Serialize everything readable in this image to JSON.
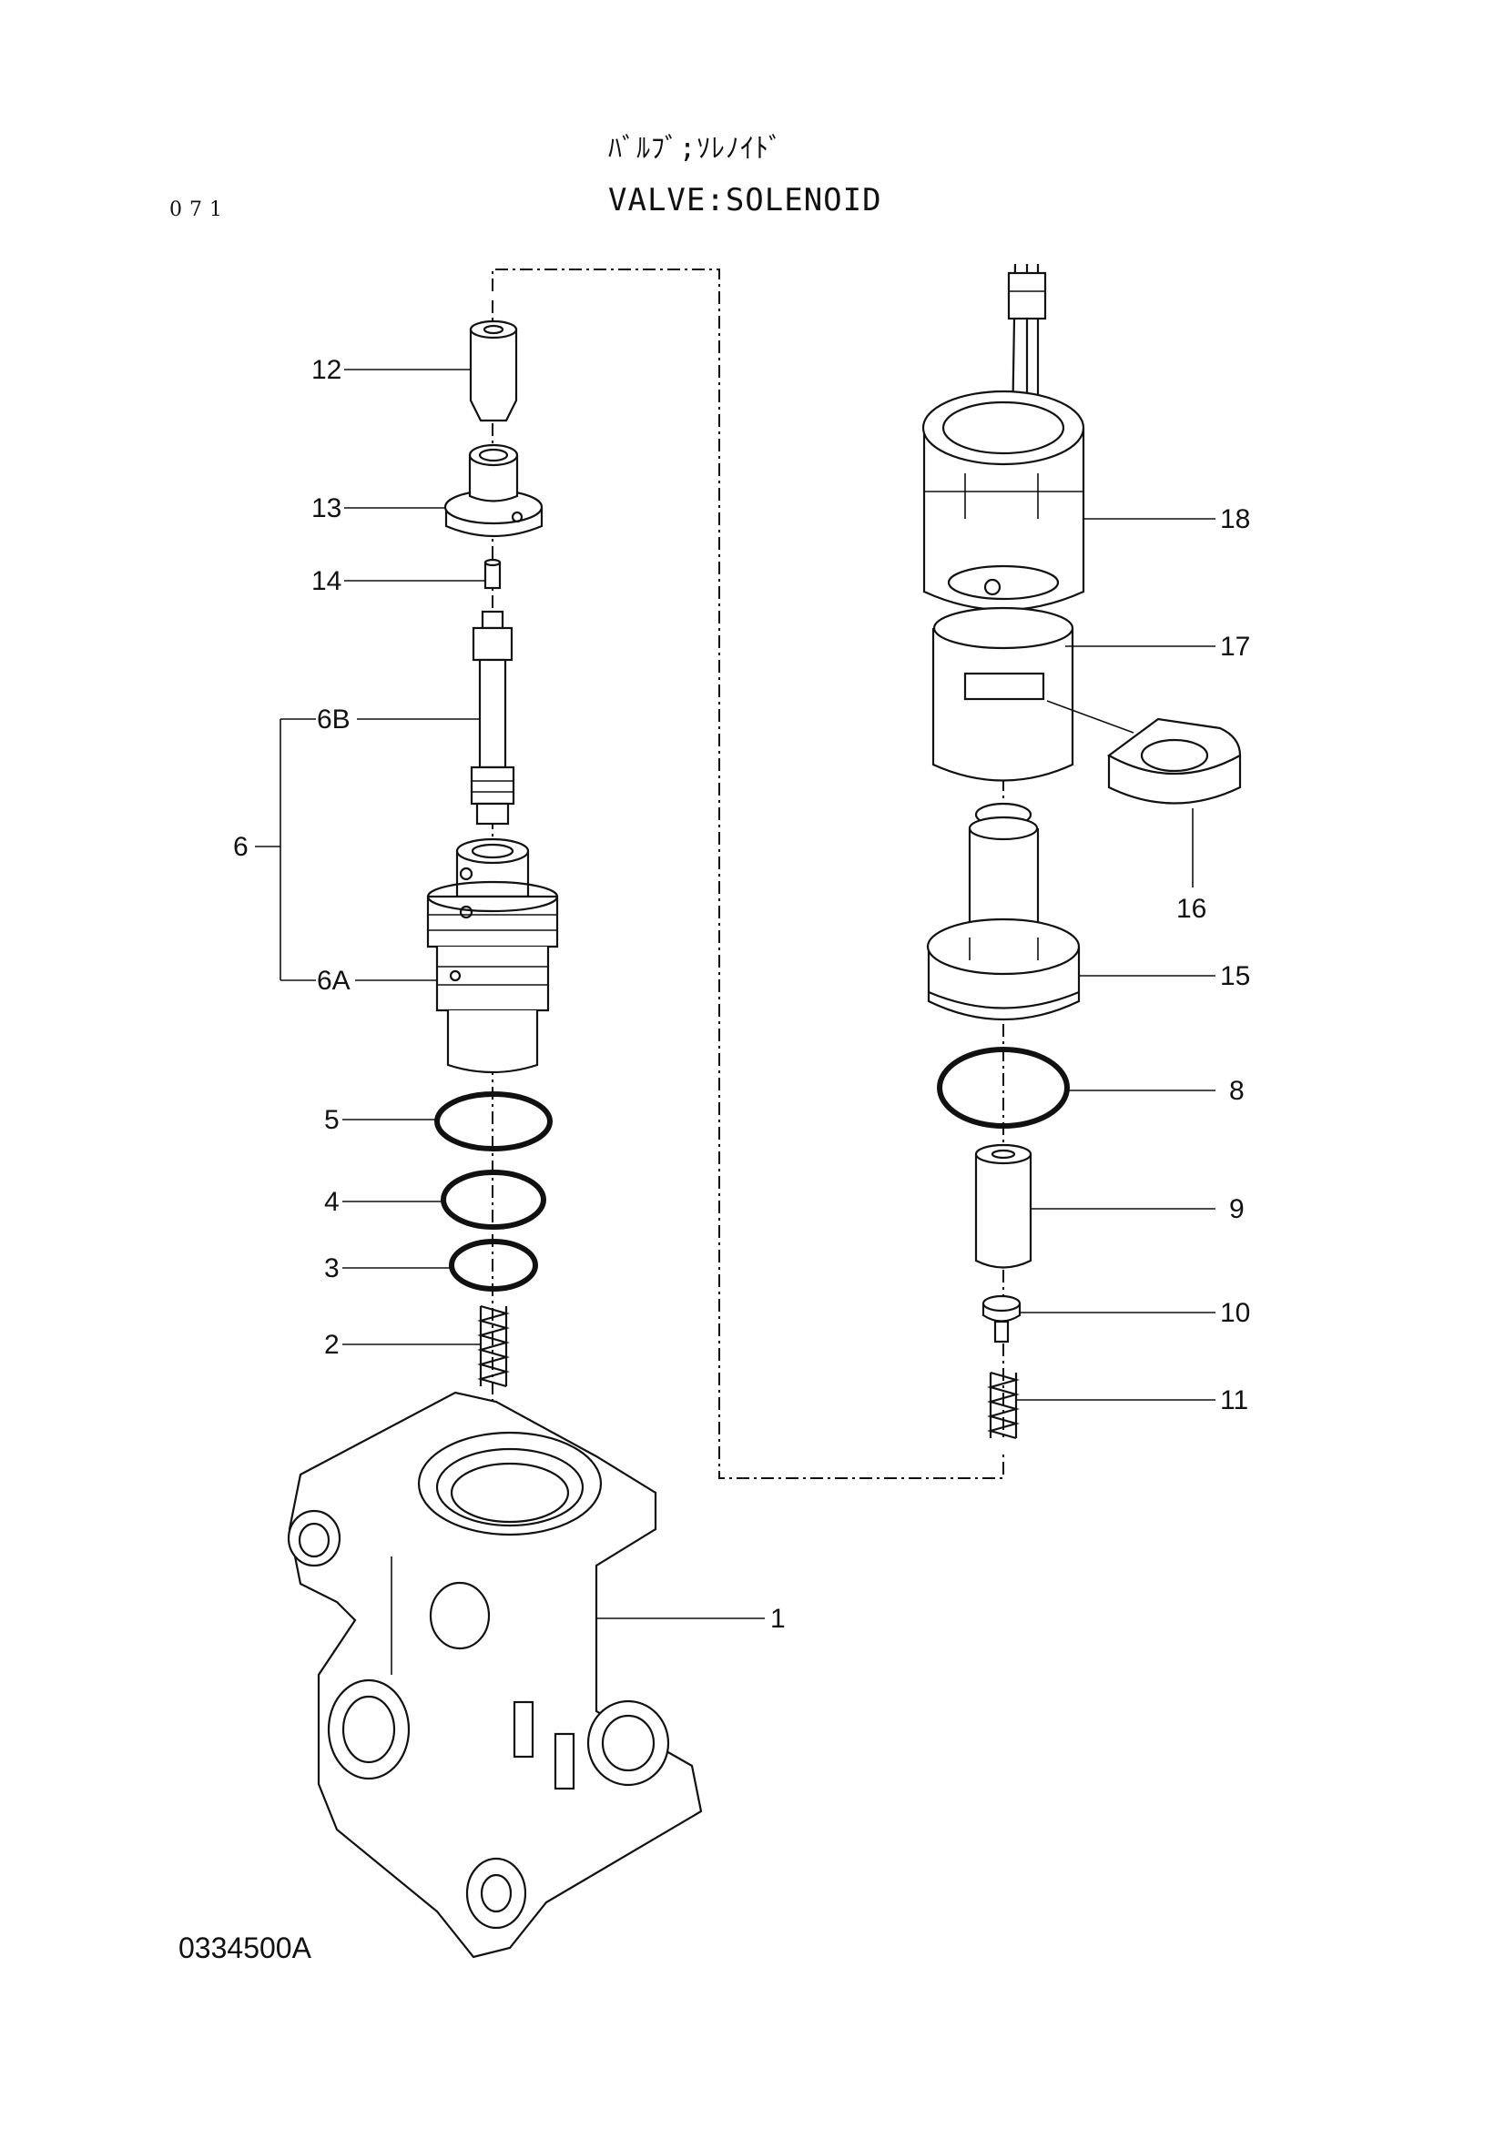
{
  "header": {
    "title_jp": "ﾊﾞﾙﾌﾞ;ｿﾚﾉｲﾄﾞ",
    "title_en": "VALVE:SOLENOID",
    "page_number": "071"
  },
  "footer": {
    "drawing_number": "0334500A"
  },
  "callouts": {
    "c1": "1",
    "c2": "2",
    "c3": "3",
    "c4": "4",
    "c5": "5",
    "c6": "6",
    "c6a": "6A",
    "c6b": "6B",
    "c8": "8",
    "c9": "9",
    "c10": "10",
    "c11": "11",
    "c12": "12",
    "c13": "13",
    "c14": "14",
    "c15": "15",
    "c16": "16",
    "c17": "17",
    "c18": "18"
  }
}
